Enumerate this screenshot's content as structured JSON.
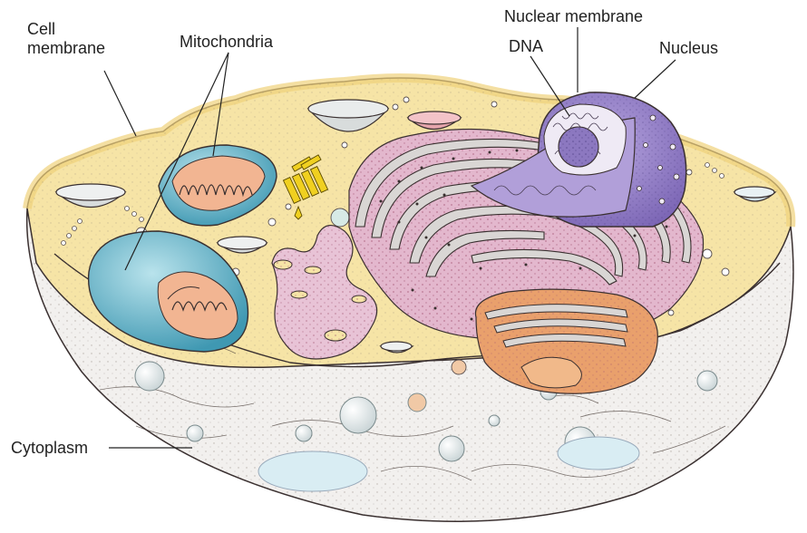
{
  "labels": {
    "cell_membrane_line1": "Cell",
    "cell_membrane_line2": "membrane",
    "mitochondria": "Mitochondria",
    "nuclear_membrane": "Nuclear membrane",
    "dna": "DNA",
    "nucleus": "Nucleus",
    "cytoplasm": "Cytoplasm"
  },
  "colors": {
    "cytoplasm_fill": "#f6e4a6",
    "cytoplasm_deep": "#efd27a",
    "cell_body": "#f2f0ee",
    "mitochondrion": "#4ea8c0",
    "mitochondrion_light": "#9fd3e0",
    "mitochondrion_cristae": "#d98a5c",
    "nucleus": "#8e7ac0",
    "nucleus_dark": "#6e58a6",
    "endoplasmic_reticulum": "#d7a9c5",
    "golgi": "#d98a5c",
    "centriole": "#f0d020",
    "outline": "#3a3030"
  }
}
